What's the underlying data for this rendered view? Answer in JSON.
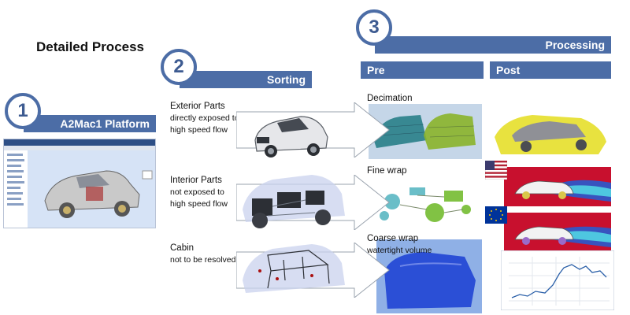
{
  "title": "Detailed Process",
  "steps": [
    {
      "number": "1",
      "label": "A2Mac1 Platform"
    },
    {
      "number": "2",
      "label": "Sorting"
    },
    {
      "number": "3",
      "label": "Processing"
    }
  ],
  "processing_columns": {
    "pre": "Pre",
    "post": "Post"
  },
  "sorting_groups": [
    {
      "heading": "Exterior Parts",
      "line1": "directly exposed to",
      "line2": "high speed flow"
    },
    {
      "heading": "Interior Parts",
      "line1": "not exposed to",
      "line2": "high speed flow"
    },
    {
      "heading": "Cabin",
      "line1": "not to be resolved",
      "line2": ""
    }
  ],
  "pre_steps": [
    {
      "line1": "Decimation",
      "line2": ""
    },
    {
      "line1": "Fine wrap",
      "line2": ""
    },
    {
      "line1": "Coarse wrap",
      "line2": "watertight volume"
    }
  ],
  "colors": {
    "accent": "#4c6da6",
    "flow_bg": "#c8102e",
    "volume_blue": "#2b4fd6"
  },
  "icons": [
    "us-flag-icon",
    "eu-flag-icon"
  ]
}
